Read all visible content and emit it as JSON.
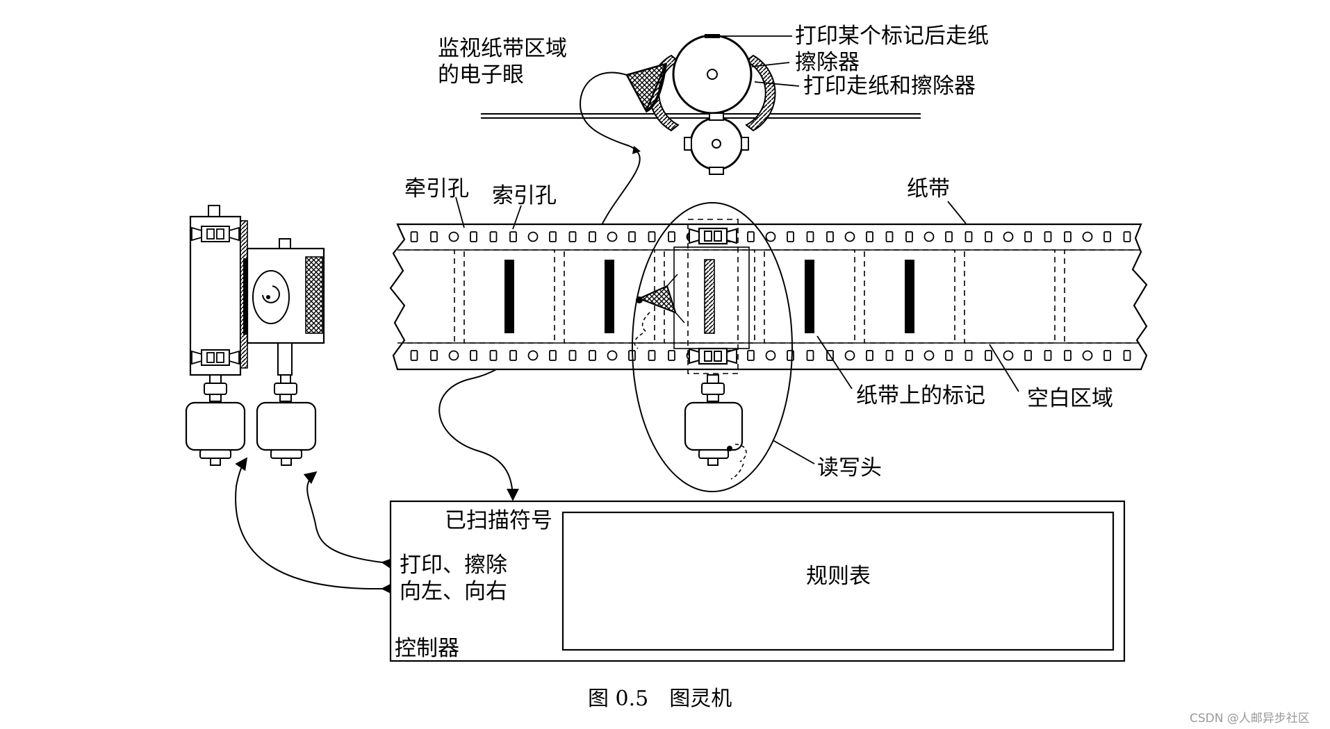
{
  "labels": {
    "eye": [
      "监视纸带区域",
      "的电子眼"
    ],
    "print_mark_advance": "打印某个标记后走纸",
    "eraser": "擦除器",
    "print_advance_erase": "打印走纸和擦除器",
    "sprocket_hole": "牵引孔",
    "index_hole": "索引孔",
    "tape": "纸带",
    "mark_on_tape": "纸带上的标记",
    "blank_area": "空白区域",
    "rw_head": "读写头",
    "scanned_symbol": "已扫描符号",
    "rule_table": "规则表",
    "cmd_print_erase": "打印、擦除",
    "cmd_left_right": "向左、向右",
    "controller": "控制器"
  },
  "caption": "图 0.5　图灵机",
  "watermark": "CSDN @人邮异步社区",
  "tape_cells": [
    {
      "mark": true
    },
    {
      "mark": true
    },
    {
      "mark": true,
      "hatched": true,
      "under_head": true
    },
    {
      "mark": true
    },
    {
      "mark": true
    },
    {
      "mark": false
    }
  ]
}
